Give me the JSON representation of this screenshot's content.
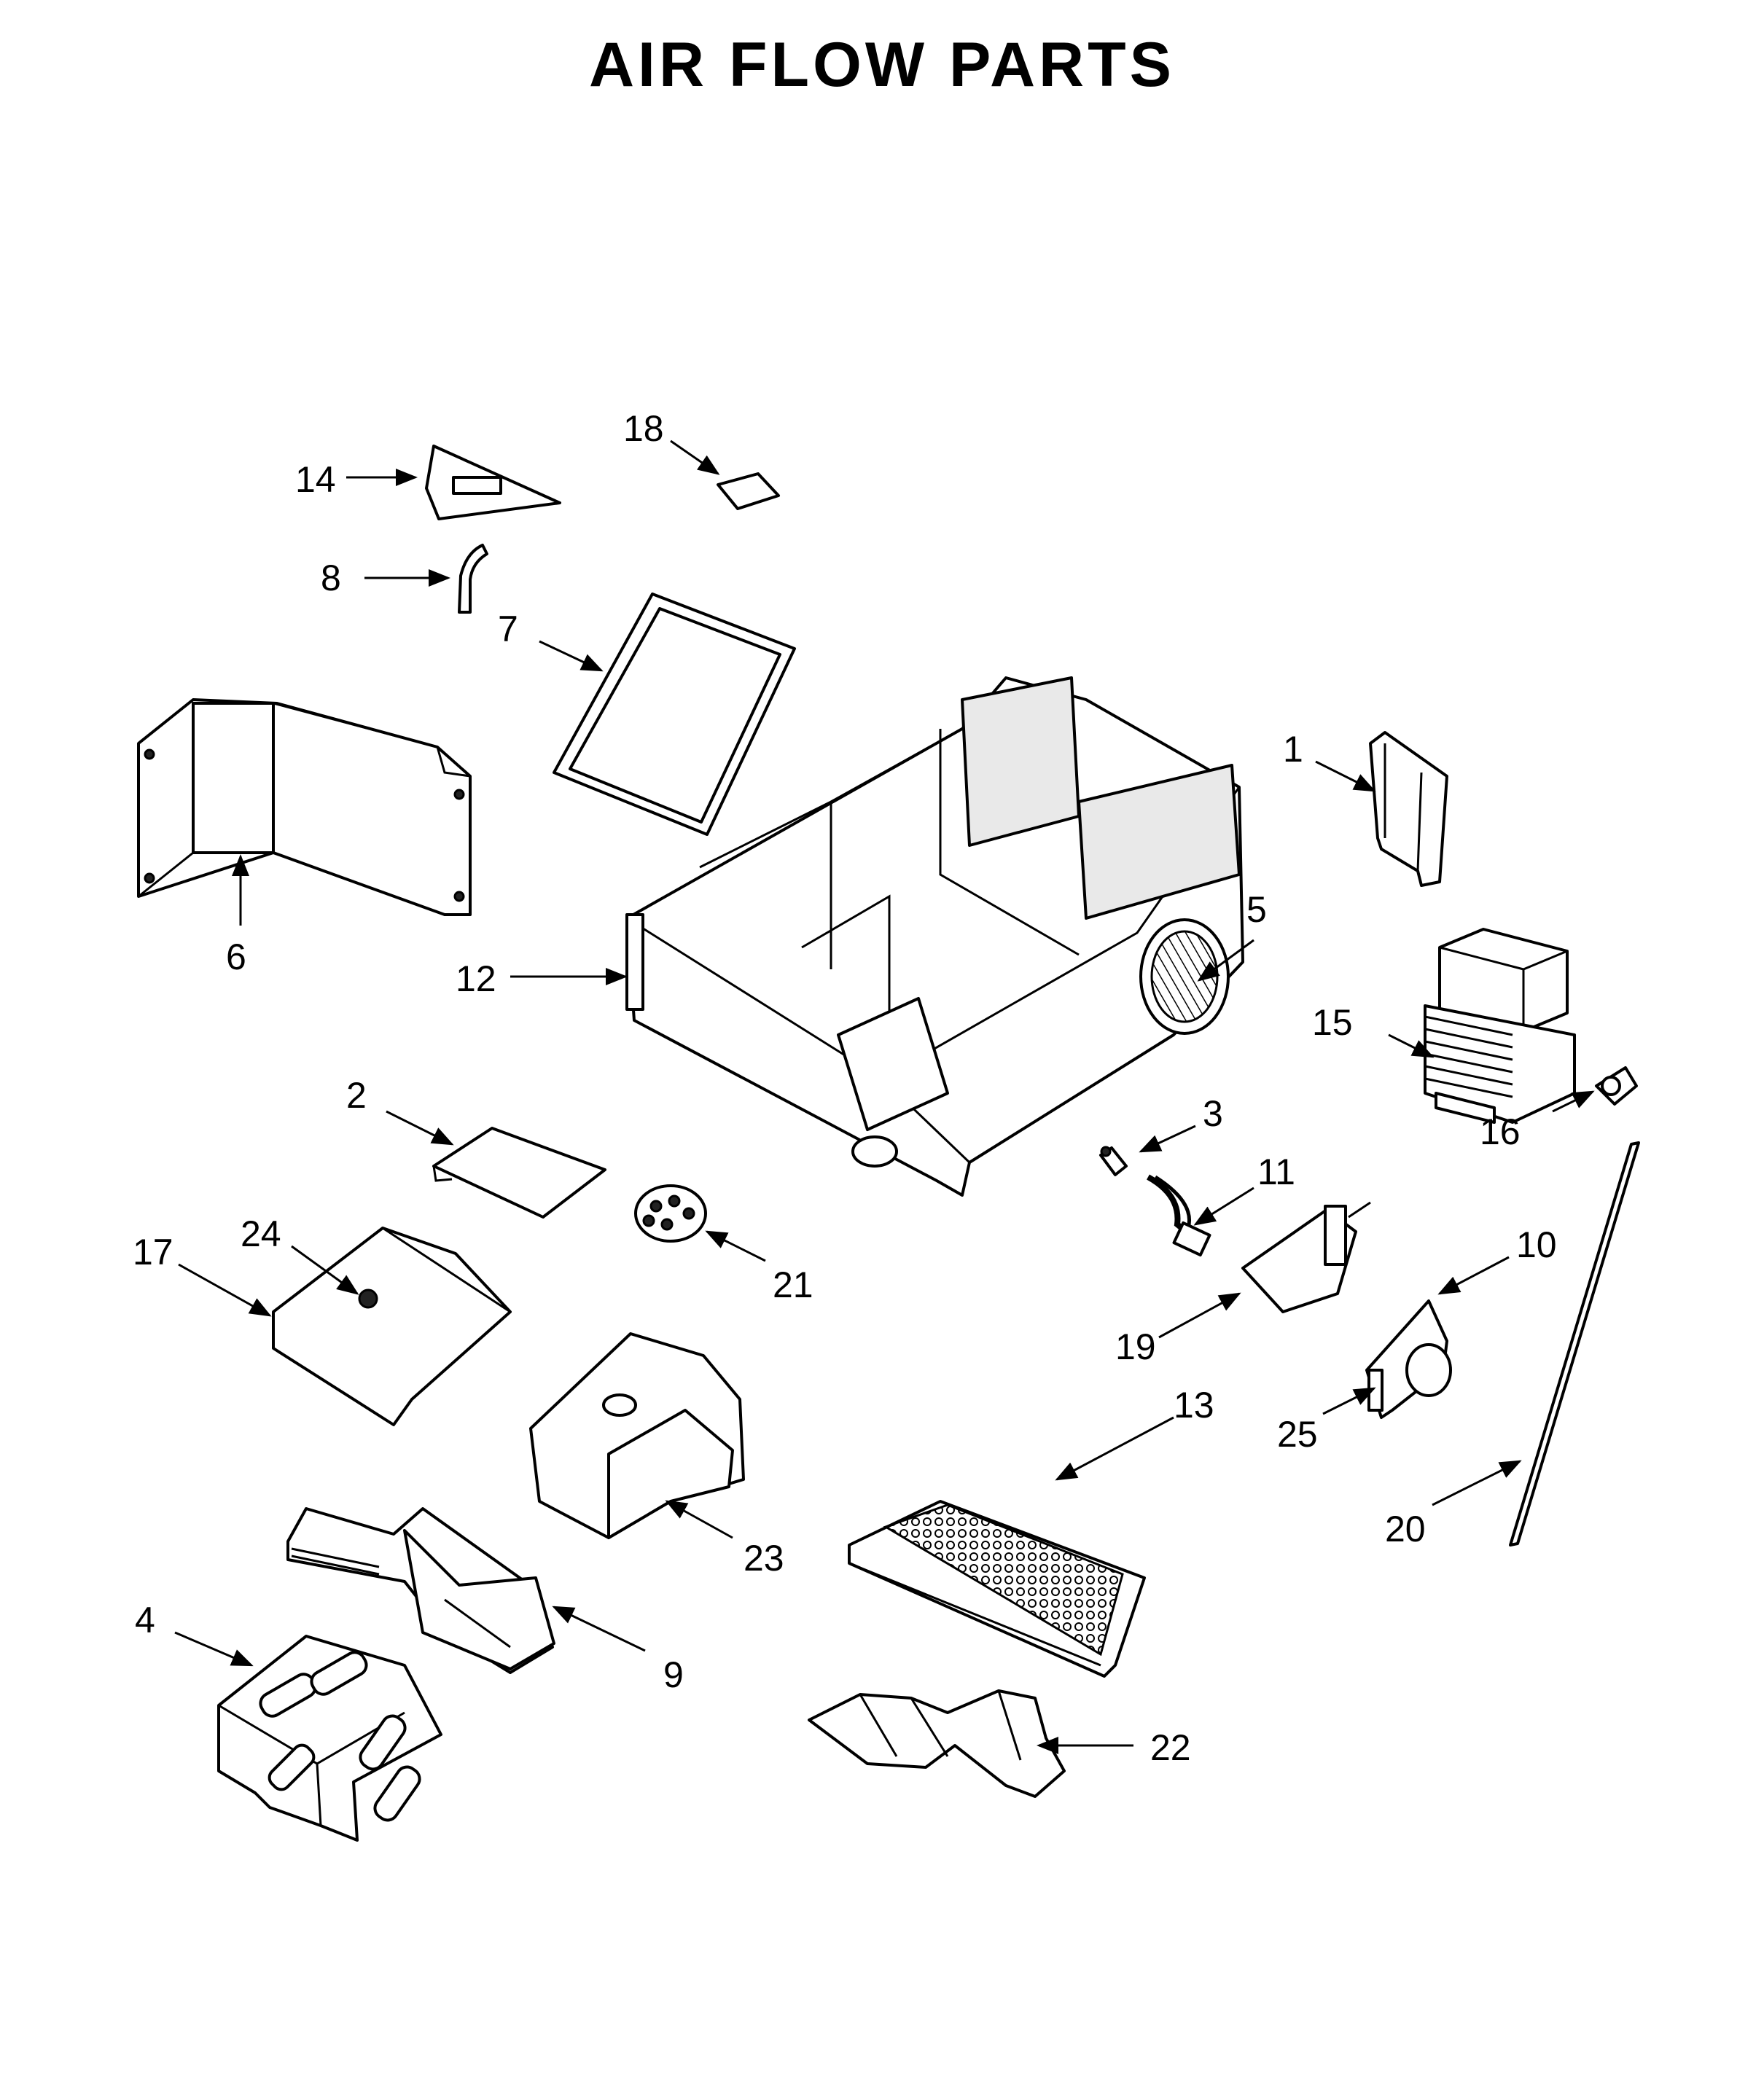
{
  "title": "AIR FLOW PARTS",
  "callouts": [
    "1",
    "2",
    "3",
    "4",
    "5",
    "6",
    "7",
    "8",
    "9",
    "10",
    "11",
    "12",
    "13",
    "14",
    "15",
    "16",
    "17",
    "18",
    "19",
    "20",
    "21",
    "22",
    "23",
    "24",
    "25"
  ]
}
